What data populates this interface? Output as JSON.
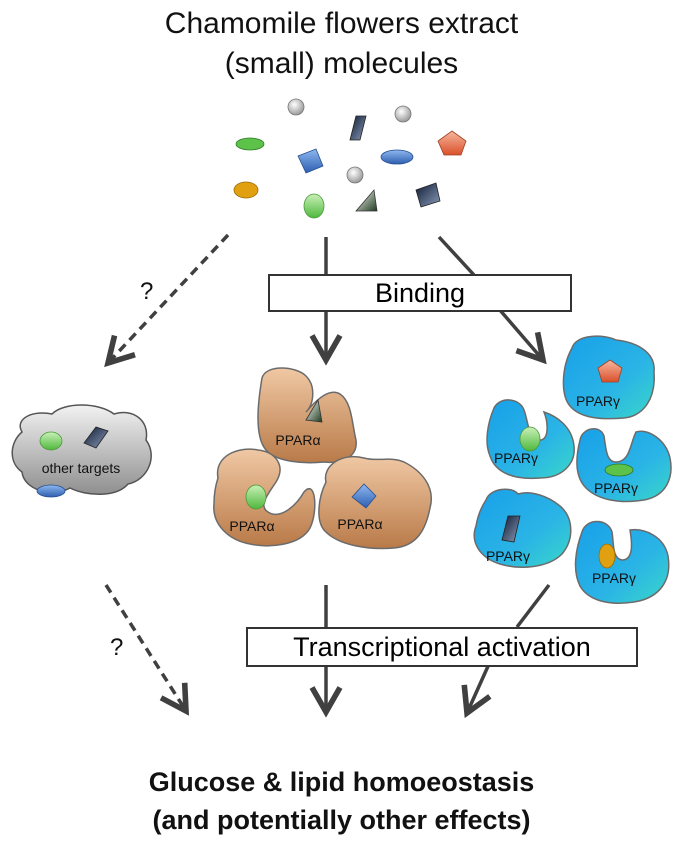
{
  "header": {
    "line1": "Chamomile flowers extract",
    "line2": "(small) molecules"
  },
  "labels": {
    "binding": "Binding",
    "transcriptional_activation": "Transcriptional activation",
    "question_mark_1": "?",
    "question_mark_2": "?",
    "other_targets": "other targets",
    "ppar_alpha": "PPARα",
    "ppar_gamma": "PPARγ"
  },
  "footer": {
    "line1": "Glucose & lipid homoeostasis",
    "line2": "(and potentially other effects)"
  },
  "colors": {
    "arrow": "#404040",
    "ppar_alpha_fill": "#d9a67a",
    "ppar_gamma_fill": "#1ea3e0",
    "other_targets_fill": "#b0b0b0",
    "molecule_green": "#5cc24a",
    "molecule_blue": "#4a7fc8",
    "molecule_orange": "#e06a40",
    "molecule_gold": "#e0a010",
    "molecule_navy": "#1f2d4a",
    "molecule_gray": "#c8c8c8"
  }
}
